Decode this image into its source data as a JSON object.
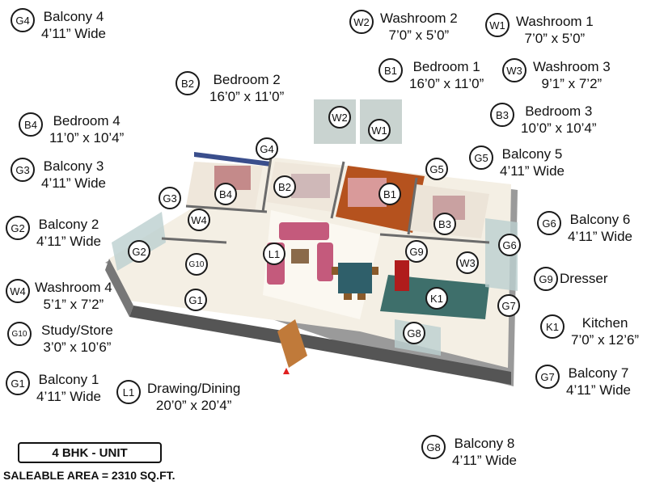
{
  "legend": {
    "g4": {
      "code": "G4",
      "name": "Balcony 4",
      "size": "4’11” Wide"
    },
    "w2": {
      "code": "W2",
      "name": "Washroom 2",
      "size": "7’0” x 5’0”"
    },
    "w1": {
      "code": "W1",
      "name": "Washroom 1",
      "size": "7’0” x 5’0”"
    },
    "b1": {
      "code": "B1",
      "name": "Bedroom 1",
      "size": "16’0” x 11’0”"
    },
    "w3": {
      "code": "W3",
      "name": "Washroom 3",
      "size": "9’1” x 7’2”"
    },
    "b2": {
      "code": "B2",
      "name": "Bedroom 2",
      "size": "16’0” x 11’0”"
    },
    "b3": {
      "code": "B3",
      "name": "Bedroom 3",
      "size": "10’0” x 10’4”"
    },
    "b4": {
      "code": "B4",
      "name": "Bedroom 4",
      "size": "11’0” x 10’4”"
    },
    "g5": {
      "code": "G5",
      "name": "Balcony 5",
      "size": "4’11” Wide"
    },
    "g3": {
      "code": "G3",
      "name": "Balcony 3",
      "size": "4’11” Wide"
    },
    "g6": {
      "code": "G6",
      "name": "Balcony 6",
      "size": "4’11” Wide"
    },
    "g2": {
      "code": "G2",
      "name": "Balcony 2",
      "size": "4’11” Wide"
    },
    "g9": {
      "code": "G9",
      "name": "Dresser"
    },
    "w4": {
      "code": "W4",
      "name": "Washroom 4",
      "size": "5’1” x 7’2”"
    },
    "k1": {
      "code": "K1",
      "name": "Kitchen",
      "size": "7’0” x 12’6”"
    },
    "g10": {
      "code": "G10",
      "name": "Study/Store",
      "size": "3’0” x 10’6”"
    },
    "g7": {
      "code": "G7",
      "name": "Balcony 7",
      "size": "4’11” Wide"
    },
    "g1": {
      "code": "G1",
      "name": "Balcony 1",
      "size": "4’11” Wide"
    },
    "l1": {
      "code": "L1",
      "name": "Drawing/Dining",
      "size": "20’0” x 20’4”"
    },
    "g8": {
      "code": "G8",
      "name": "Balcony 8",
      "size": "4’11” Wide"
    }
  },
  "unit": {
    "title": "4 BHK - UNIT",
    "area": "SALEABLE AREA = 2310 SQ.FT."
  }
}
